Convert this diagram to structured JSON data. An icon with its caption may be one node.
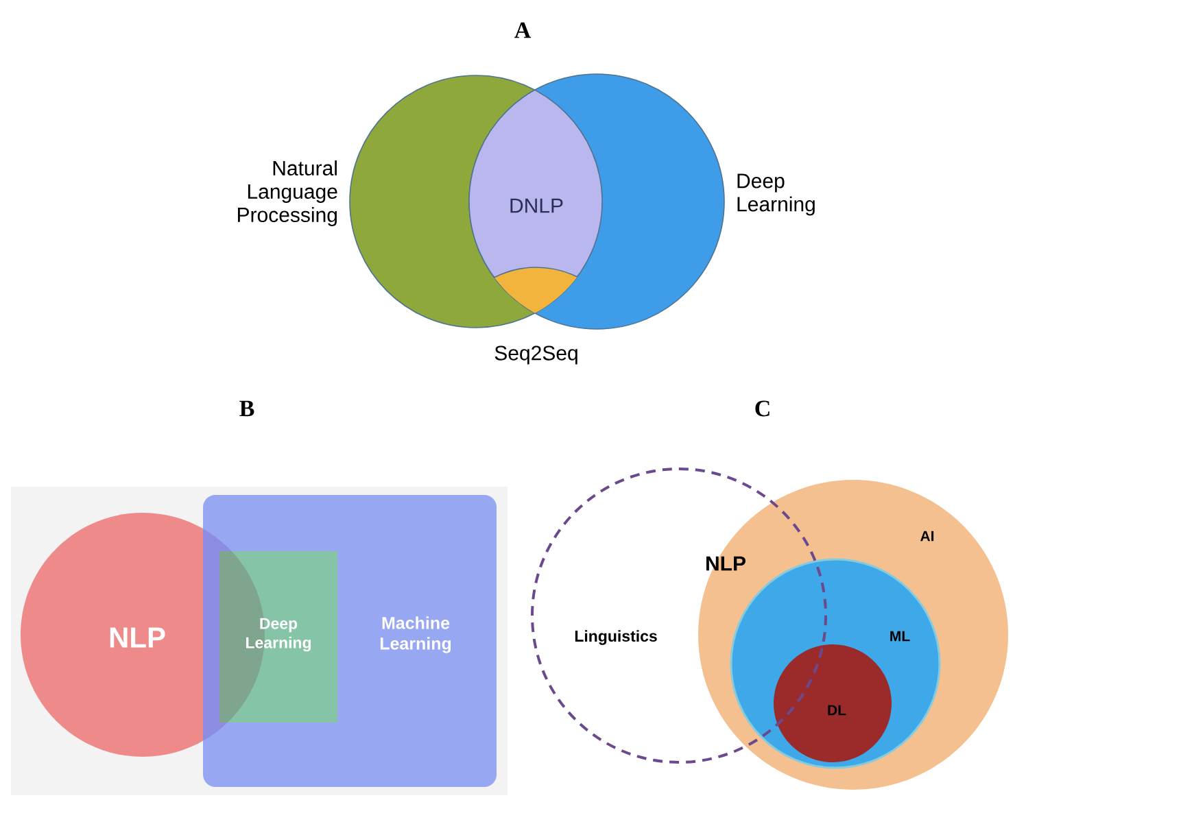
{
  "diagram": {
    "nodes": [
      {
        "text": [
          "Natural Language Processing"
        ]
      },
      {
        "text": [
          "Deep Learning"
        ]
      },
      {
        "text": [
          "DNLP"
        ]
      },
      {
        "text": [
          "Seq2Seq"
        ]
      },
      {
        "text": [
          "NLP"
        ]
      },
      {
        "text": [
          "Machine Learning"
        ]
      },
      {
        "text": [
          "Deep Learning"
        ],
        "in": 5
      },
      {
        "text": [
          "Linguistics"
        ]
      },
      {
        "text": [
          "AI"
        ]
      },
      {
        "text": [
          "ML"
        ],
        "in": 8
      },
      {
        "text": [
          "DL"
        ],
        "in": 9
      }
    ],
    "labels": [
      "A",
      "B",
      "C",
      "NLP"
    ]
  }
}
